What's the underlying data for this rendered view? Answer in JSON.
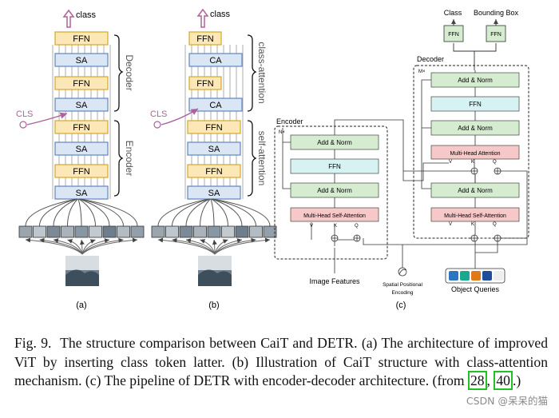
{
  "panel_a": {
    "output_label": "class",
    "input_label": "CLS",
    "decoder_label": "Decoder",
    "encoder_label": "Encoder",
    "blocks": [
      "FFN",
      "SA",
      "FFN",
      "SA",
      "FFN",
      "SA",
      "FFN",
      "SA"
    ],
    "panel_label": "(a)"
  },
  "panel_b": {
    "output_label": "class",
    "input_label": "CLS",
    "top_bracket_label": "class-attention",
    "bottom_bracket_label": "self-attention",
    "blocks": [
      "FFN",
      "CA",
      "FFN",
      "CA",
      "FFN",
      "SA",
      "FFN",
      "SA"
    ],
    "panel_label": "(b)"
  },
  "panel_c": {
    "class_label": "Class",
    "bbox_label": "Bounding Box",
    "head_ffn": "FFN",
    "decoder_label": "Decoder",
    "encoder_label": "Encoder",
    "add_norm": "Add & Norm",
    "ffn": "FFN",
    "mh_self_attention": "Multi-Head Self-Attention",
    "mh_attention": "Multi-Head Attention",
    "nx": "N×",
    "mx": "M×",
    "v": "V",
    "k": "K",
    "q": "Q",
    "image_features": "Image Features",
    "spatial_encoding": [
      "Spatial Positional",
      "Encoding"
    ],
    "object_queries": "Object Queries",
    "panel_label": "(c)"
  },
  "caption": {
    "text": "Fig. 9.  The structure comparison between CaiT and DETR. (a) The architecture of improved ViT by inserting class token latter. (b) Illustration of CaiT structure with class-attention mechanism. (c) The pipeline of DETR with encoder-decoder architecture. (from ",
    "ref1": "28",
    "sep": ", ",
    "ref2": "40",
    "end": ".)"
  },
  "watermark": "CSDN @呆呆的猫",
  "colors": {
    "ffn_fill": "#fbe8b6",
    "ffn_stroke": "#d4a82a",
    "sa_fill": "#dbe6f4",
    "sa_stroke": "#5f86be",
    "addnorm_fill": "#d6ecd0",
    "attn_fill": "#f6c8c8",
    "ffn_c_fill": "#d6f2f2",
    "cls_color": "#b0609c"
  }
}
